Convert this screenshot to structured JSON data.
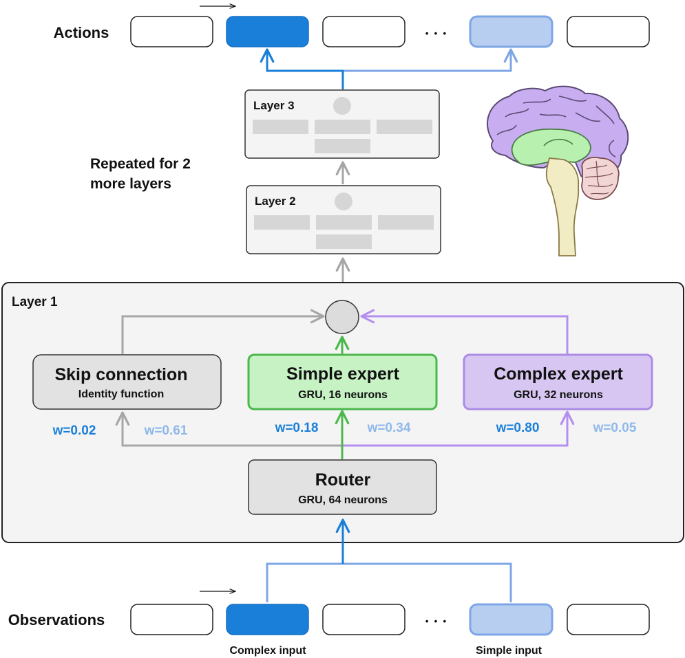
{
  "actions_label": "Actions",
  "observations_label": "Observations",
  "repeated_note": [
    "Repeated for 2",
    "more layers"
  ],
  "layer_titles": {
    "layer1": "Layer 1",
    "layer2": "Layer 2",
    "layer3": "Layer 3"
  },
  "skip": {
    "title": "Skip connection",
    "subtitle": "Identity function",
    "w_complex": "w=0.02",
    "w_simple": "w=0.61"
  },
  "simple_expert": {
    "title": "Simple expert",
    "subtitle": "GRU, 16 neurons",
    "w_complex": "w=0.18",
    "w_simple": "w=0.34"
  },
  "complex_expert": {
    "title": "Complex expert",
    "subtitle": "GRU, 32 neurons",
    "w_complex": "w=0.80",
    "w_simple": "w=0.05"
  },
  "router": {
    "title": "Router",
    "subtitle": "GRU, 64 neurons"
  },
  "ellipsis": "• • •",
  "complex_input_label": "Complex input",
  "simple_input_label": "Simple input",
  "colors": {
    "complex_blue": "#1a7fd9",
    "simple_blue_fill": "#b8cef0",
    "simple_blue_stroke": "#7ea6e6",
    "green_fill": "#c6f2c4",
    "green_stroke": "#4cb84c",
    "purple_fill": "#d7c6f2",
    "purple_stroke": "#ad8ce6",
    "gray_fill": "#e2e2e2",
    "gray_arrow": "#a6a6a6",
    "panel_fill": "#f4f4f4"
  },
  "icons": [
    "brain-illustration",
    "right-arrow-icon",
    "sum-node"
  ]
}
